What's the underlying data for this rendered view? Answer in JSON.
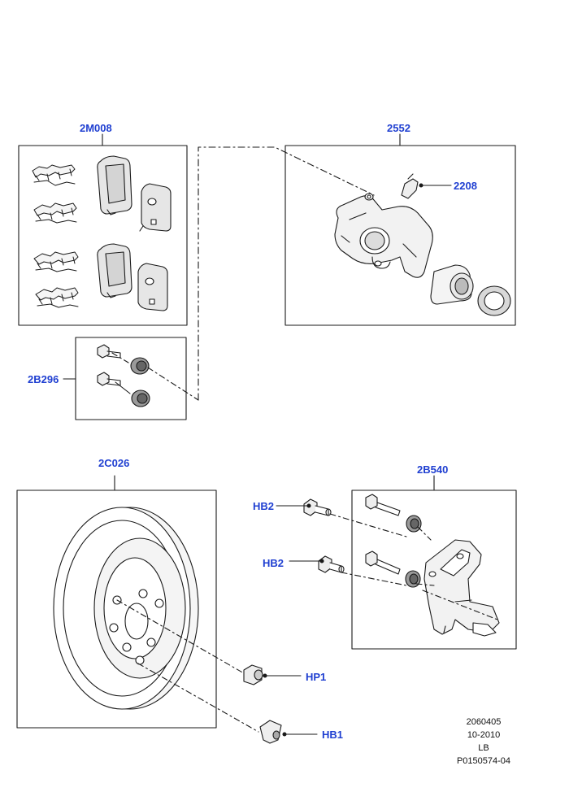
{
  "callouts": {
    "pads": "2M008",
    "caliper": "2552",
    "bleed_screw": "2208",
    "guide_pin_kit": "2B296",
    "disc": "2C026",
    "carrier": "2B540",
    "bolt_hb2_upper": "HB2",
    "bolt_hb2_lower": "HB2",
    "plug_hp1": "HP1",
    "screw_hb1": "HB1"
  },
  "footer": {
    "code": "2060405",
    "date": "10-2010",
    "region": "LB",
    "illustration_id": "P0150574-04"
  },
  "colors": {
    "callout_text": "#1f3fd1",
    "line": "#1a1a1a",
    "pad_fill": "#dcdcdc",
    "part_fill": "#f2f2f2"
  },
  "icons": {
    "brake_pad": "brake-pad-icon",
    "anti_rattle_clip": "clip-icon",
    "caliper": "caliper-icon",
    "disc": "brake-disc-icon",
    "bolt": "bolt-icon",
    "bushing": "bushing-icon"
  }
}
